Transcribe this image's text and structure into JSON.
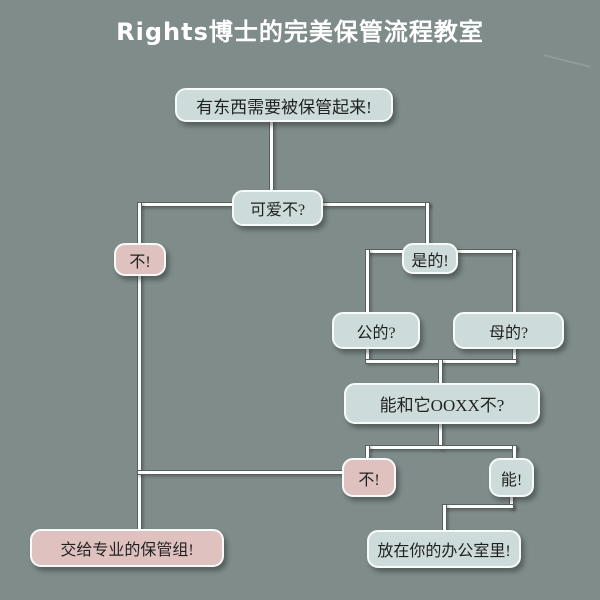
{
  "title": "Rights博士的完美保管流程教室",
  "colors": {
    "background": "#7f8c8a",
    "node_blue": "#cddbda",
    "node_pink": "#dfc2c0",
    "node_border": "#f7faf9",
    "connector": "#fbfdfc",
    "connector_outline": "#58605e",
    "text": "#1f2220",
    "title_text": "#ffffff"
  },
  "nodes": {
    "start": {
      "label": "有东西需要被保管起来!",
      "variant": "blue"
    },
    "cute": {
      "label": "可爱不?",
      "variant": "blue"
    },
    "no1": {
      "label": "不!",
      "variant": "pink"
    },
    "yes": {
      "label": "是的!",
      "variant": "blue"
    },
    "male": {
      "label": "公的?",
      "variant": "blue"
    },
    "female": {
      "label": "母的?",
      "variant": "blue"
    },
    "ooxx": {
      "label": "能和它OOXX不?",
      "variant": "blue"
    },
    "no2": {
      "label": "不!",
      "variant": "pink"
    },
    "can": {
      "label": "能!",
      "variant": "blue"
    },
    "pro": {
      "label": "交给专业的保管组!",
      "variant": "pink"
    },
    "office": {
      "label": "放在你的办公室里!",
      "variant": "blue"
    }
  }
}
